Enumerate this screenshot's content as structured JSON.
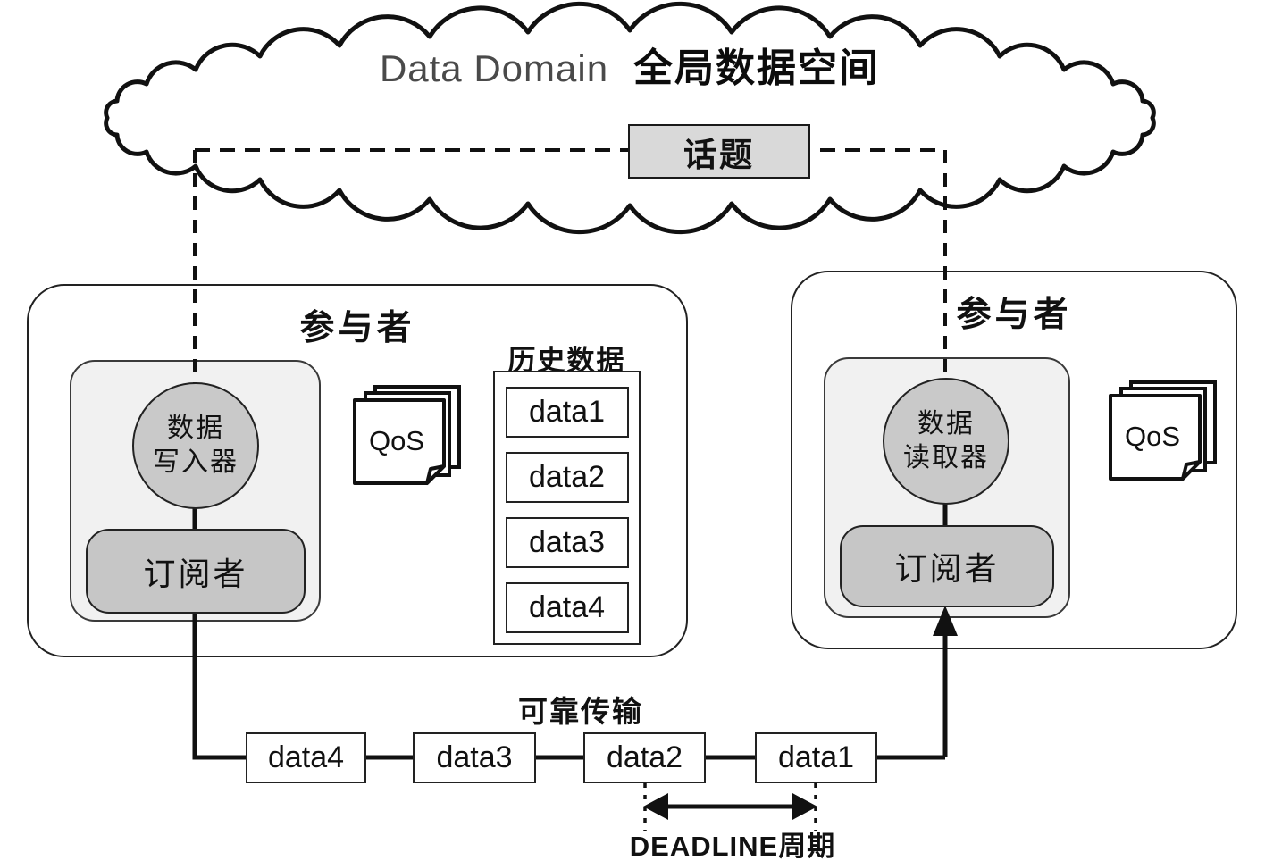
{
  "cloud": {
    "title_en": "Data Domain",
    "title_zh": "全局数据空间",
    "topic": "话题"
  },
  "left_participant": {
    "title": "参与者",
    "writer_line1": "数据",
    "writer_line2": "写入器",
    "subscriber": "订阅者",
    "qos": "QoS"
  },
  "history": {
    "title": "历史数据",
    "items": [
      "data1",
      "data2",
      "data3",
      "data4"
    ]
  },
  "right_participant": {
    "title": "参与者",
    "reader_line1": "数据",
    "reader_line2": "读取器",
    "subscriber": "订阅者",
    "qos": "QoS"
  },
  "transmission": {
    "label": "可靠传输",
    "queue": [
      "data4",
      "data3",
      "data2",
      "data1"
    ],
    "deadline": "DEADLINE周期"
  },
  "colors": {
    "line": "#111111",
    "topic_fill": "#d9d9d9",
    "node_fill": "#c9c9c9",
    "subscriber_fill": "#c6c6c6",
    "inner_fill": "#f1f1f1",
    "background": "#ffffff"
  }
}
